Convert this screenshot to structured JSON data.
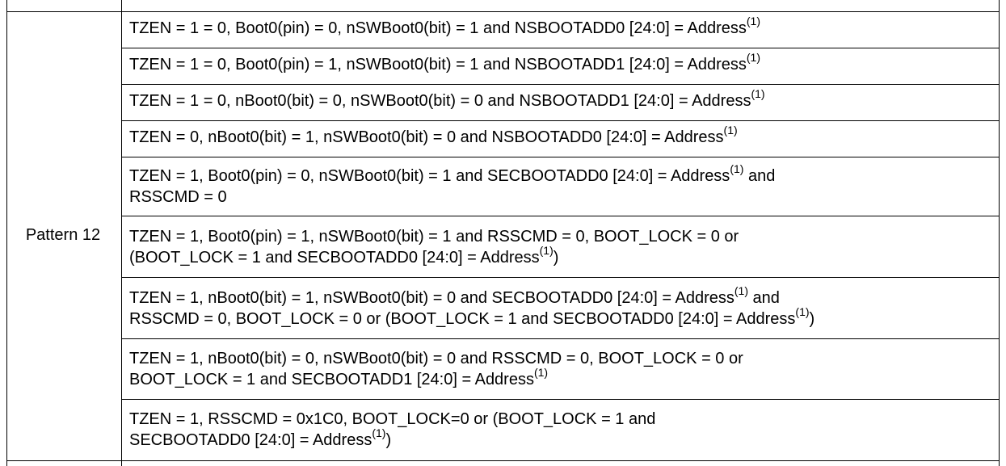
{
  "table": {
    "row_label": "Pattern 12",
    "top_partial_text": "",
    "rows": [
      {
        "lines": [
          {
            "pre": "TZEN = 1 = 0, Boot0(pin) = 0, nSWBoot0(bit) = 1 and NSBOOTADD0 [24:0] = Address",
            "sup": "(1)",
            "post": ""
          }
        ]
      },
      {
        "lines": [
          {
            "pre": "TZEN = 1 = 0, Boot0(pin) = 1, nSWBoot0(bit) = 1 and NSBOOTADD1 [24:0] = Address",
            "sup": "(1)",
            "post": ""
          }
        ]
      },
      {
        "lines": [
          {
            "pre": "TZEN = 1 = 0, nBoot0(bit) = 0, nSWBoot0(bit) = 0 and NSBOOTADD1 [24:0] = Address",
            "sup": "(1)",
            "post": ""
          }
        ]
      },
      {
        "lines": [
          {
            "pre": "TZEN = 0, nBoot0(bit) = 1, nSWBoot0(bit) = 0 and NSBOOTADD0 [24:0] = Address",
            "sup": "(1)",
            "post": ""
          }
        ]
      },
      {
        "lines": [
          {
            "pre": "TZEN = 1, Boot0(pin) = 0, nSWBoot0(bit) = 1 and SECBOOTADD0 [24:0] = Address",
            "sup": "(1)",
            "post": " and"
          },
          {
            "pre": "RSSCMD = 0",
            "sup": "",
            "post": ""
          }
        ]
      },
      {
        "lines": [
          {
            "pre": "TZEN = 1, Boot0(pin) = 1, nSWBoot0(bit) = 1 and RSSCMD = 0, BOOT_LOCK = 0 or",
            "sup": "",
            "post": ""
          },
          {
            "pre": "(BOOT_LOCK = 1 and SECBOOTADD0 [24:0] = Address",
            "sup": "(1)",
            "post": ")"
          }
        ]
      },
      {
        "lines": [
          {
            "pre": "TZEN = 1, nBoot0(bit) = 1, nSWBoot0(bit) = 0 and SECBOOTADD0 [24:0] = Address",
            "sup": "(1)",
            "post": " and"
          },
          {
            "pre": "RSSCMD = 0, BOOT_LOCK = 0 or (BOOT_LOCK = 1 and SECBOOTADD0 [24:0] = Address",
            "sup": "(1)",
            "post": ")"
          }
        ]
      },
      {
        "lines": [
          {
            "pre": "TZEN = 1, nBoot0(bit) = 0, nSWBoot0(bit) = 0 and RSSCMD = 0, BOOT_LOCK = 0 or",
            "sup": "",
            "post": ""
          },
          {
            "pre": "BOOT_LOCK = 1 and SECBOOTADD1 [24:0] = Address",
            "sup": "(1)",
            "post": ""
          }
        ]
      },
      {
        "lines": [
          {
            "pre": "TZEN = 1, RSSCMD = 0x1C0, BOOT_LOCK=0 or (BOOT_LOCK = 1 and",
            "sup": "",
            "post": ""
          },
          {
            "pre": "SECBOOTADD0 [24:0] = Address",
            "sup": "(1)",
            "post": ")"
          }
        ]
      }
    ]
  }
}
